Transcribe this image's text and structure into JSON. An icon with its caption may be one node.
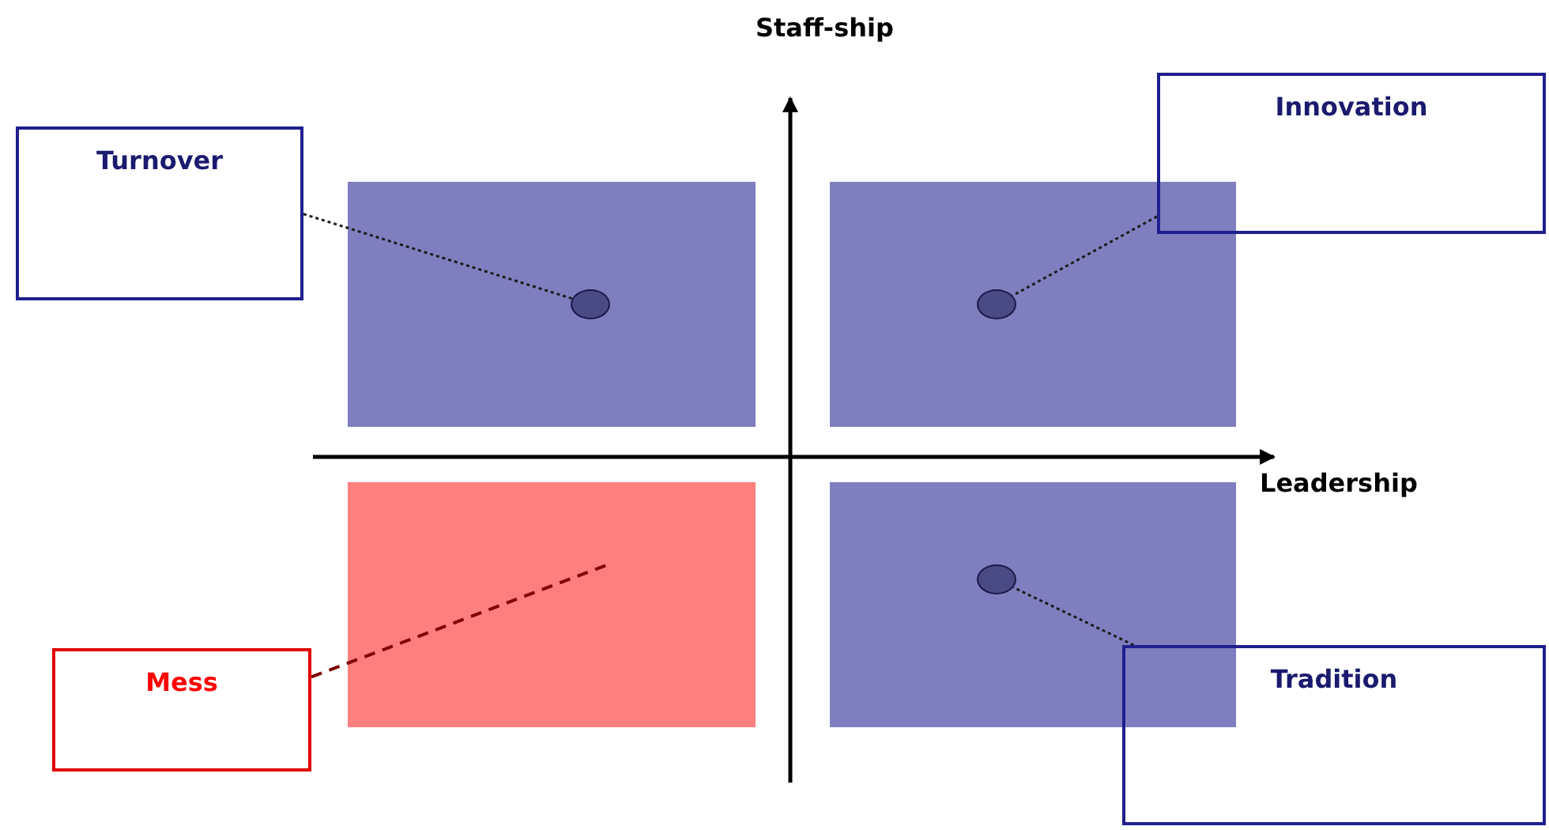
{
  "diagram": {
    "nodes": [
      {
        "text": [
          "Turnover"
        ]
      },
      {
        "text": [
          "Innovation"
        ]
      },
      {
        "text": [],
        "shape": "circle"
      },
      {
        "text": [],
        "shape": "circle"
      },
      {
        "text": [],
        "shape": "box"
      },
      {
        "text": [],
        "shape": "circle"
      },
      {
        "text": [
          "Mess"
        ]
      },
      {
        "text": [
          "Tradition"
        ]
      }
    ],
    "edges": [
      {
        "from": 0,
        "to": 2,
        "arrow": "none",
        "style": "dashed"
      },
      {
        "from": 1,
        "to": 3,
        "arrow": "none",
        "style": "dashed"
      },
      {
        "from": 6,
        "to": 4,
        "arrow": "none",
        "style": "dashed",
        "color": "#800000"
      },
      {
        "from": 7,
        "to": 5,
        "arrow": "none",
        "style": "dashed"
      }
    ],
    "labels": [
      "Staff-ship",
      "Leadership"
    ]
  }
}
